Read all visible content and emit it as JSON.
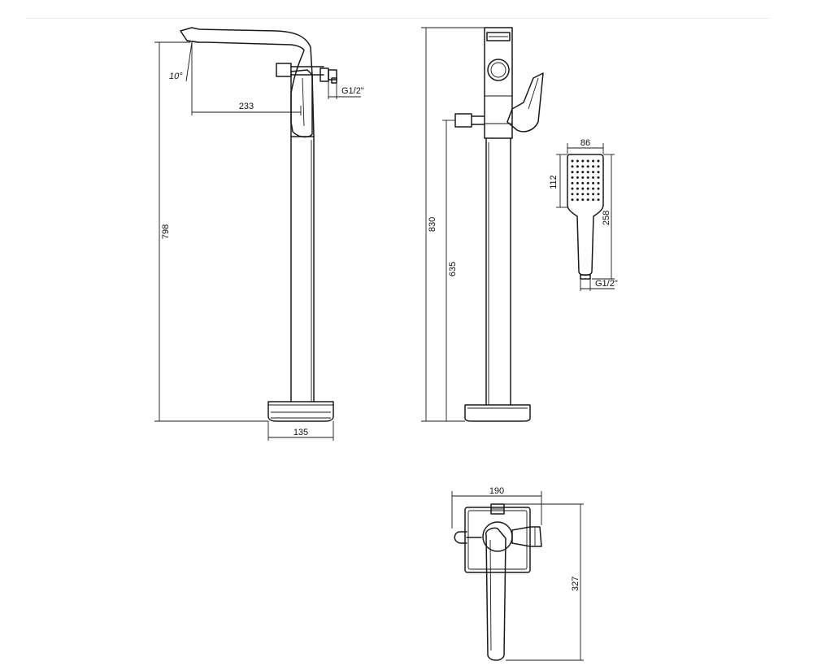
{
  "dimensions": {
    "side_spout_reach": "233",
    "side_angle": "10°",
    "side_height": "798",
    "side_base_width": "135",
    "side_connection": "G1/2\"",
    "front_total_height": "830",
    "front_outlet_height": "635",
    "handshower_width": "86",
    "handshower_head_length": "112",
    "handshower_length": "258",
    "handshower_connection": "G1/2\"",
    "top_width": "190",
    "top_depth": "327"
  },
  "colors": {
    "line": "#1a1a1a",
    "divider": "#ebebeb",
    "background": "#ffffff"
  }
}
